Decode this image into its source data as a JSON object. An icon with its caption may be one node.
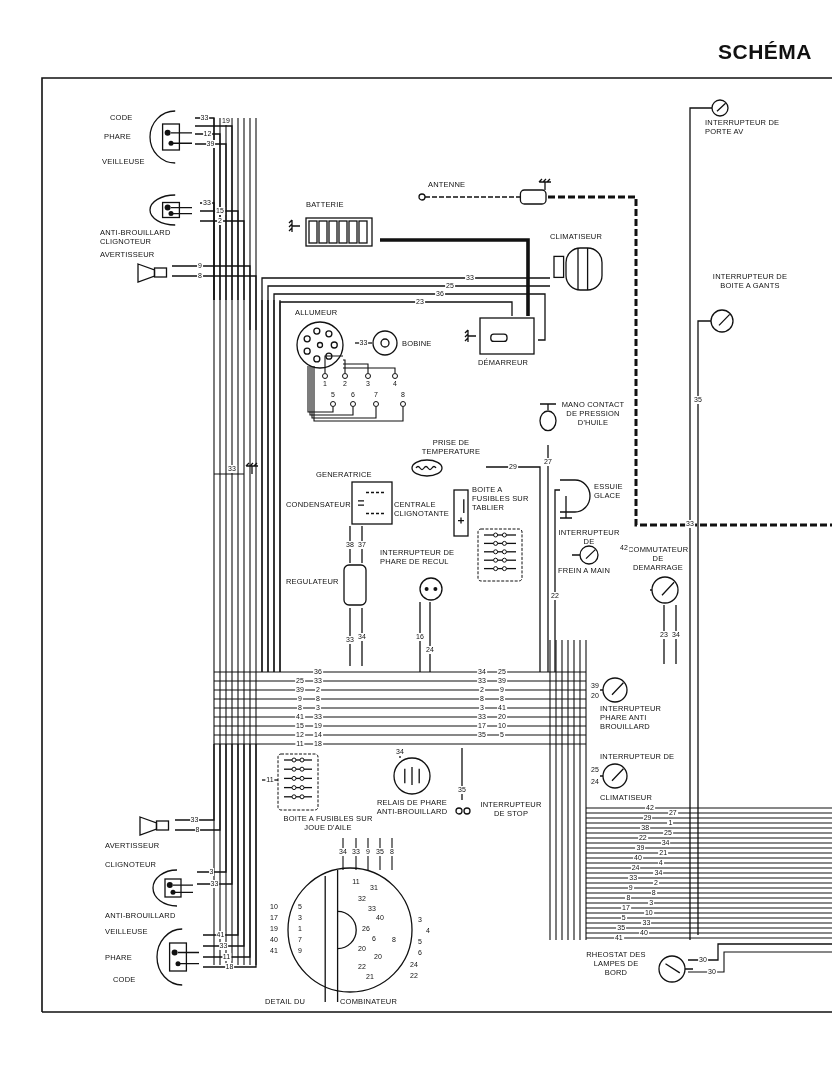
{
  "diagram": {
    "title": "SCHÉMA",
    "nodes": [
      {
        "text": [
          "CODE",
          "PHARE",
          "VEILLEUSE"
        ]
      },
      {
        "text": [
          "ANTI-BROUILLARD",
          "CLIGNOTEUR"
        ]
      },
      {
        "text": [
          "AVERTISSEUR"
        ]
      },
      {
        "text": [
          "BATTERIE"
        ]
      },
      {
        "text": [
          "ANTENNE"
        ]
      },
      {
        "text": [
          "CLIMATISEUR"
        ]
      },
      {
        "text": [
          "ALLUMEUR"
        ]
      },
      {
        "text": [
          "BOBINE"
        ]
      },
      {
        "text": [
          "DÉMARREUR"
        ]
      },
      {
        "text": [
          "INTERRUPTEUR DE PORTE AV"
        ]
      },
      {
        "text": [
          "INTERRUPTEUR DE BOITE A GANTS"
        ]
      },
      {
        "text": [
          "MANO CONTACT DE PRESSION D'HUILE"
        ]
      },
      {
        "text": [
          "PRISE DE TEMPERATURE"
        ]
      },
      {
        "text": [
          "GENERATRICE",
          "CONDENSATEUR"
        ]
      },
      {
        "text": [
          "CENTRALE CLIGNOTANTE"
        ]
      },
      {
        "text": [
          "BOITE A FUSIBLES SUR TABLIER"
        ]
      },
      {
        "text": [
          "ESSUIE GLACE"
        ]
      },
      {
        "text": [
          "INTERRUPTEUR DE",
          "FREIN A MAIN"
        ]
      },
      {
        "text": [
          "COMMUTATEUR DE DEMARRAGE"
        ]
      },
      {
        "text": [
          "REGULATEUR"
        ]
      },
      {
        "text": [
          "INTERRUPTEUR DE PHARE DE RECUL"
        ]
      },
      {
        "text": [
          "INTERRUPTEUR PHARE ANTI BROUILLARD"
        ]
      },
      {
        "text": [
          "INTERRUPTEUR DE",
          "CLIMATISEUR"
        ]
      },
      {
        "text": [
          "BOITE A FUSIBLES SUR JOUE D'AILE"
        ]
      },
      {
        "text": [
          "RELAIS DE PHARE ANTI-BROUILLARD"
        ]
      },
      {
        "text": [
          "INTERRUPTEUR DE STOP"
        ]
      },
      {
        "text": [
          "AVERTISSEUR"
        ]
      },
      {
        "text": [
          "CLIGNOTEUR",
          "ANTI-BROUILLARD"
        ]
      },
      {
        "text": [
          "VEILLEUSE",
          "PHARE",
          "CODE"
        ]
      },
      {
        "text": [
          "RHEOSTAT DES LAMPES DE BORD"
        ]
      },
      {
        "text": [
          "DETAIL DU",
          "COMBINATEUR"
        ]
      }
    ],
    "edges": [
      {
        "from": 3,
        "to": 8,
        "arrow": "none",
        "style": "thick"
      },
      {
        "from": 4,
        "to": null,
        "arrow": "none",
        "style": "dashed"
      },
      {
        "from": 7,
        "to": 6,
        "arrow": "none",
        "label": "33"
      },
      {
        "from": 9,
        "to": null,
        "arrow": "none",
        "label": "33"
      },
      {
        "from": 10,
        "to": null,
        "arrow": "none",
        "label": "35"
      },
      {
        "from": 12,
        "to": null,
        "arrow": "none",
        "label": "29"
      },
      {
        "from": 11,
        "to": null,
        "arrow": "none",
        "label": "27"
      },
      {
        "from": 16,
        "to": null,
        "arrow": "none",
        "label": "22"
      },
      {
        "from": 17,
        "to": 18,
        "arrow": "none",
        "label": "42"
      },
      {
        "from": 18,
        "to": null,
        "arrow": "none",
        "label": "23"
      },
      {
        "from": 18,
        "to": null,
        "arrow": "none",
        "label": "34"
      },
      {
        "from": 19,
        "to": 13,
        "arrow": "none",
        "label": "38"
      },
      {
        "from": 19,
        "to": 13,
        "arrow": "none",
        "label": "37"
      },
      {
        "from": 19,
        "to": null,
        "arrow": "none",
        "label": "34"
      },
      {
        "from": 19,
        "to": null,
        "arrow": "none",
        "label": "33"
      },
      {
        "from": 20,
        "to": null,
        "arrow": "none",
        "label": "16"
      },
      {
        "from": 20,
        "to": null,
        "arrow": "none",
        "label": "24"
      },
      {
        "from": 21,
        "to": null,
        "arrow": "none",
        "label": "39"
      },
      {
        "from": 21,
        "to": null,
        "arrow": "none",
        "label": "20"
      },
      {
        "from": 22,
        "to": null,
        "arrow": "none",
        "label": "25"
      },
      {
        "from": 22,
        "to": null,
        "arrow": "none",
        "label": "24"
      },
      {
        "from": 29,
        "to": null,
        "arrow": "none",
        "label": "30"
      },
      {
        "from": 0,
        "to": null,
        "arrow": "none",
        "label": "33"
      },
      {
        "from": 0,
        "to": null,
        "arrow": "none",
        "label": "19"
      },
      {
        "from": 0,
        "to": null,
        "arrow": "none",
        "label": "12"
      },
      {
        "from": 0,
        "to": null,
        "arrow": "none",
        "label": "39"
      },
      {
        "from": 1,
        "to": null,
        "arrow": "none",
        "label": "33"
      },
      {
        "from": 1,
        "to": null,
        "arrow": "none",
        "label": "15"
      },
      {
        "from": 1,
        "to": null,
        "arrow": "none",
        "label": "2"
      },
      {
        "from": 2,
        "to": null,
        "arrow": "none",
        "label": "9"
      },
      {
        "from": 2,
        "to": null,
        "arrow": "none",
        "label": "8"
      },
      {
        "from": 26,
        "to": null,
        "arrow": "none",
        "label": "33"
      },
      {
        "from": 26,
        "to": null,
        "arrow": "none",
        "label": "8"
      },
      {
        "from": 27,
        "to": null,
        "arrow": "none",
        "label": "3"
      },
      {
        "from": 27,
        "to": null,
        "arrow": "none",
        "label": "33"
      },
      {
        "from": 28,
        "to": null,
        "arrow": "none",
        "label": "41"
      },
      {
        "from": 28,
        "to": null,
        "arrow": "none",
        "label": "33"
      },
      {
        "from": 28,
        "to": null,
        "arrow": "none",
        "label": "11"
      },
      {
        "from": 28,
        "to": null,
        "arrow": "none",
        "label": "18"
      },
      {
        "from": 5,
        "to": null,
        "arrow": "none",
        "label": "33"
      },
      {
        "from": 5,
        "to": null,
        "arrow": "none",
        "label": "25"
      },
      {
        "from": 8,
        "to": null,
        "arrow": "none",
        "label": "36"
      },
      {
        "from": 8,
        "to": null,
        "arrow": "none",
        "label": "23"
      },
      {
        "from": 23,
        "to": null,
        "arrow": "none",
        "label": "11"
      },
      {
        "from": 24,
        "to": null,
        "arrow": "none",
        "label": "34"
      },
      {
        "from": 25,
        "to": null,
        "arrow": "none",
        "label": "35"
      }
    ],
    "labels": [
      "1",
      "2",
      "3",
      "4",
      "5",
      "6",
      "7",
      "8",
      "33",
      "36",
      "25",
      "33",
      "39",
      "2",
      "9",
      "8",
      "8",
      "3",
      "41",
      "33",
      "15",
      "19",
      "12",
      "14",
      "11",
      "18",
      "34",
      "25",
      "33",
      "39",
      "2",
      "9",
      "8",
      "8",
      "3",
      "41",
      "33",
      "20",
      "17",
      "10",
      "35",
      "5",
      "30",
      "42",
      "27",
      "29",
      "1",
      "38",
      "25",
      "22",
      "34",
      "39",
      "21",
      "40",
      "4",
      "24",
      "34",
      "33",
      "2",
      "9",
      "8",
      "8",
      "3",
      "17",
      "10",
      "5",
      "33",
      "35",
      "40",
      "41",
      "34",
      "33",
      "9",
      "35",
      "8",
      "11",
      "31",
      "32",
      "33",
      "40",
      "26",
      "6",
      "20",
      "20",
      "22",
      "21",
      "10",
      "5",
      "17",
      "3",
      "19",
      "1",
      "40",
      "7",
      "41",
      "9",
      "3",
      "4",
      "8",
      "5",
      "6",
      "24",
      "22"
    ]
  }
}
